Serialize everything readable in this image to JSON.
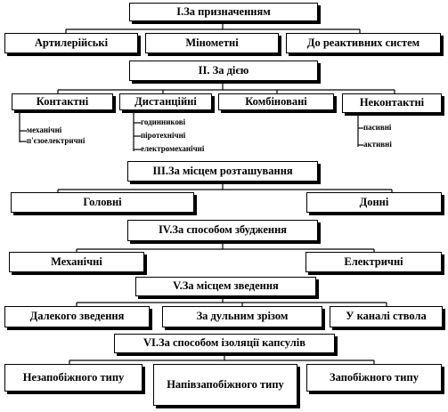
{
  "sections": {
    "s1": {
      "title": "I.За призначенням",
      "items": [
        "Артилерійські",
        "Мінометні",
        "До реактивних систем"
      ]
    },
    "s2": {
      "title": "II. За дією",
      "items": [
        "Контактні",
        "Дистанційні",
        "Комбіновані",
        "Неконтактні"
      ],
      "contact_sub": [
        "механічні",
        "п'єзоелектричні"
      ],
      "remote_sub": [
        "годинникові",
        "піротехнічні",
        "електромеханічні"
      ],
      "noncontact_sub": [
        "пасивні",
        "активні"
      ]
    },
    "s3": {
      "title": "III.За місцем розташування",
      "items": [
        "Головні",
        "Донні"
      ]
    },
    "s4": {
      "title": "IV.За способом збудження",
      "items": [
        "Механічні",
        "Електричні"
      ]
    },
    "s5": {
      "title": "V.За місцем зведення",
      "items": [
        "Далекого зведення",
        "За дульним зрізом",
        "У каналі ствола"
      ]
    },
    "s6": {
      "title": "VI.За способом ізоляції капсулів",
      "items": [
        "Незапобіжного типу",
        "Напівзапобіжного типу",
        "Запобіжного типу"
      ]
    }
  }
}
